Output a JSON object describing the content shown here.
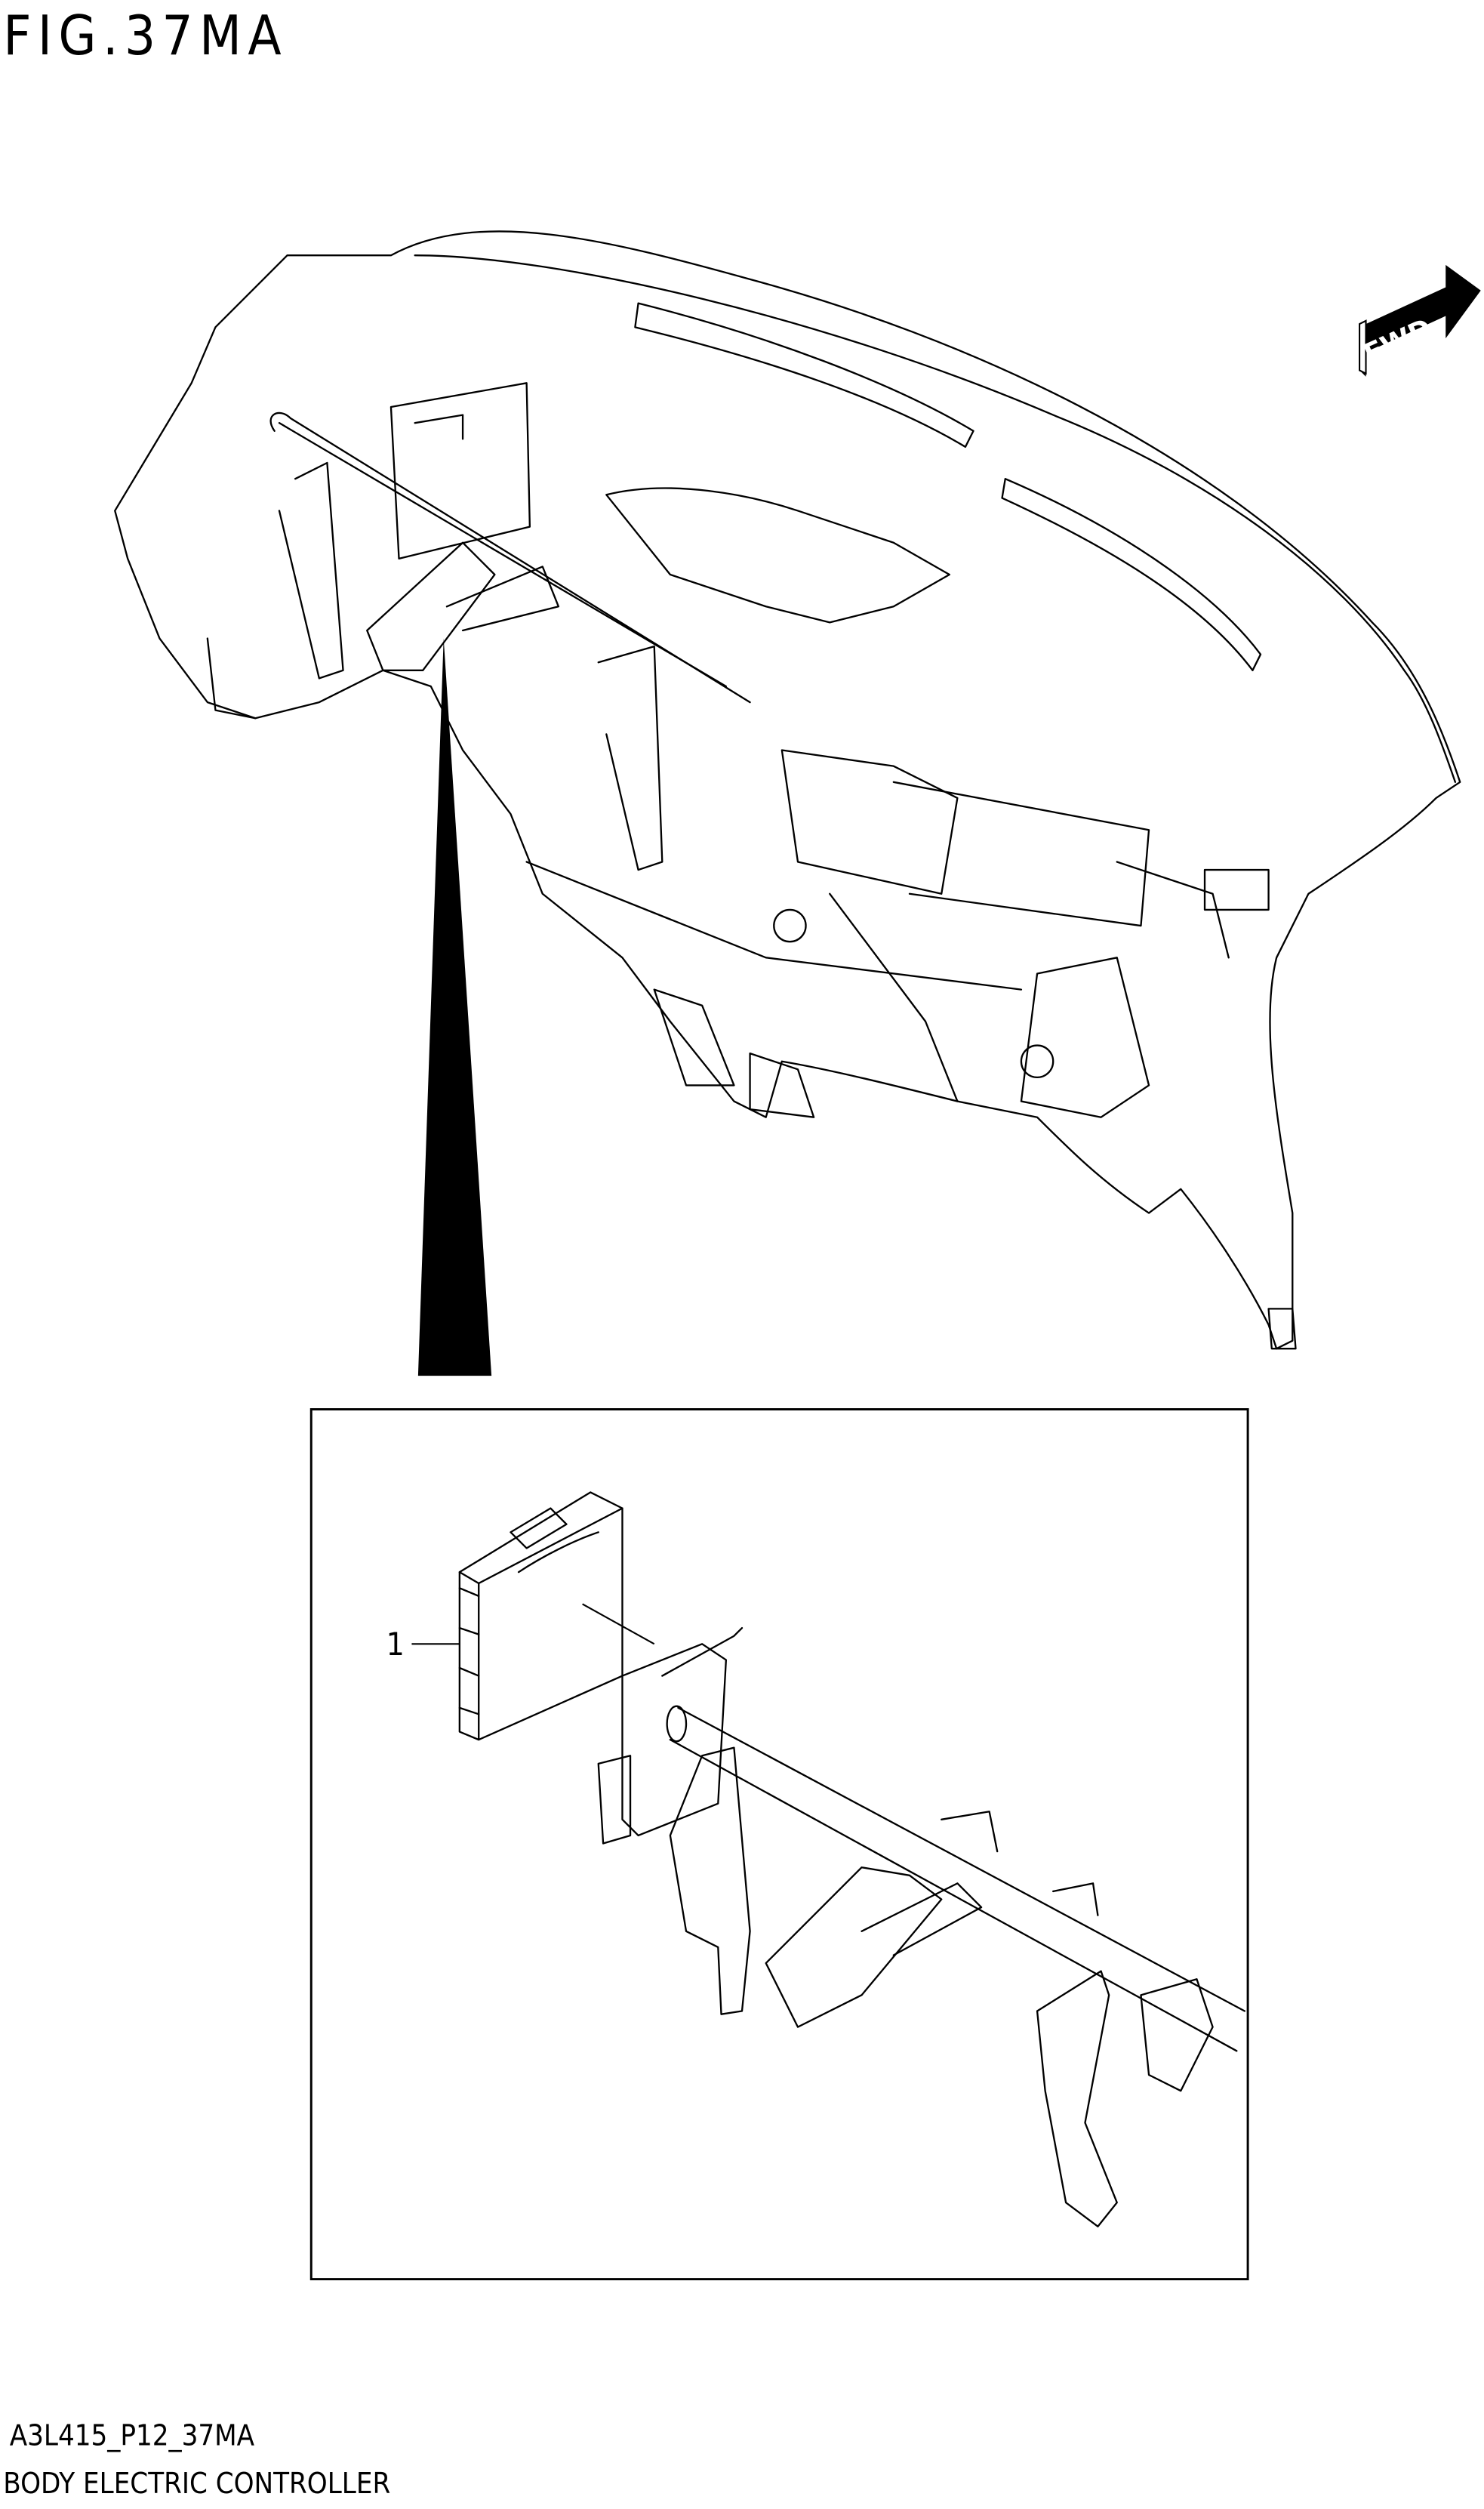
{
  "figure": {
    "title": "FIG.37MA",
    "direction_marker": "FWD",
    "inset": {
      "callouts": [
        {
          "number": "1",
          "part": "body-electric-controller"
        }
      ]
    },
    "footer": {
      "code": "A3L415_P12_37MA",
      "caption": "BODY ELECTRIC CONTROLLER"
    }
  }
}
